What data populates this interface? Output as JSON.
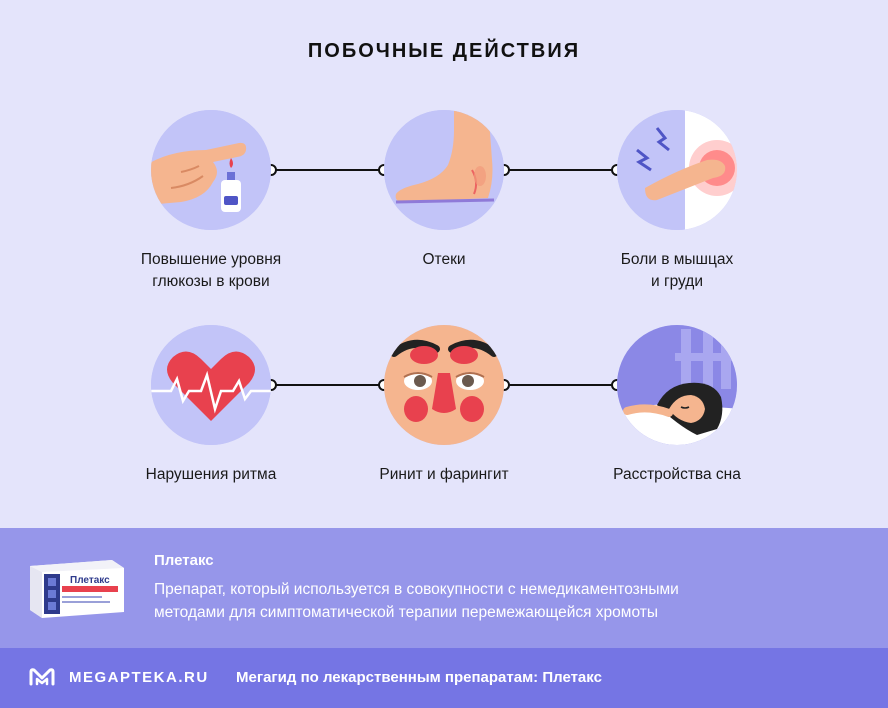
{
  "title": "ПОБОЧНЫЕ ДЕЙСТВИЯ",
  "effects": [
    {
      "line1": "Повышение уровня",
      "line2": "глюкозы в крови",
      "icon": "finger-glucometer-icon"
    },
    {
      "line1": "Отеки",
      "line2": "",
      "icon": "swollen-foot-icon"
    },
    {
      "line1": "Боли в мышцах",
      "line2": "и груди",
      "icon": "chest-pain-icon"
    },
    {
      "line1": "Нарушения ритма",
      "line2": "",
      "icon": "heart-rhythm-icon"
    },
    {
      "line1": "Ринит и фарингит",
      "line2": "",
      "icon": "sinus-face-icon"
    },
    {
      "line1": "Расстройства сна",
      "line2": "",
      "icon": "sleeping-woman-icon"
    }
  ],
  "drug": {
    "name": "Плетакс",
    "box_label": "Плетакс",
    "description_line1": "Препарат, который используется в совокупности с немедикаментозными",
    "description_line2": "методами для симптоматической терапии перемежающейся хромоты"
  },
  "footer": {
    "brand": "MEGAPTEKA.RU",
    "text": "Мегагид по лекарственным препаратам: Плетакс"
  },
  "colors": {
    "background": "#e4e4fb",
    "circle": "#c2c4f8",
    "info_band": "#9696ea",
    "footer": "#7575e4",
    "accent_red": "#e8414e"
  }
}
